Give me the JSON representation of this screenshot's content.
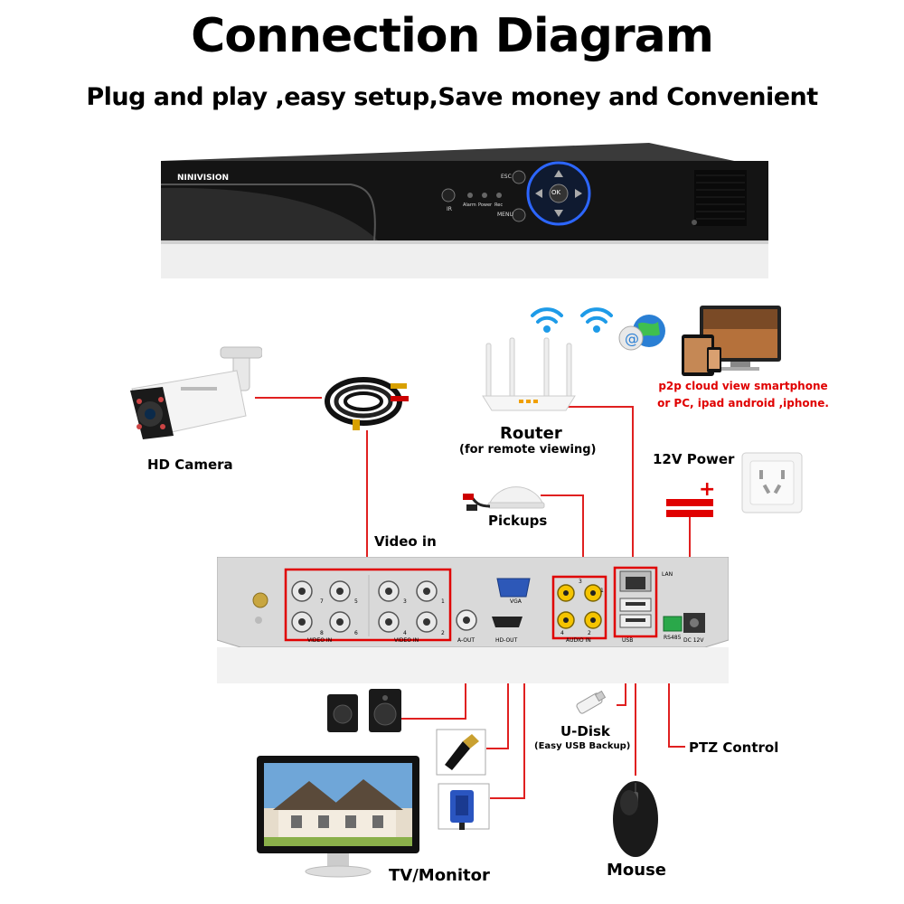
{
  "header": {
    "title": "Connection Diagram",
    "subtitle": "Plug and play ,easy setup,Save money and Convenient"
  },
  "dvr_front": {
    "brand": "NINIVISION",
    "buttons": {
      "esc": "ESC",
      "ok": "OK",
      "menu": "MENU"
    },
    "leds": [
      "Alarm",
      "Power",
      "Rec"
    ],
    "ir": "IR"
  },
  "dvr_back": {
    "video_in_left": "VIDEO IN",
    "video_in_right": "VIDEO IN",
    "channel_numbers_left": [
      "7",
      "5",
      "8",
      "6"
    ],
    "channel_numbers_right": [
      "3",
      "1",
      "4",
      "2"
    ],
    "a_out": "A-OUT",
    "vga": "VGA",
    "hd_out": "HD-OUT",
    "audio_in": "AUDIO IN",
    "audio_numbers": [
      "3",
      "1",
      "4",
      "2"
    ],
    "lan": "LAN",
    "usb_label": "USB",
    "rs485": "RS485",
    "dc12v": "DC 12V"
  },
  "labels": {
    "hd_camera": "HD Camera",
    "video_in": "Video in",
    "router": "Router",
    "router_sub": "(for remote viewing)",
    "pickups": "Pickups",
    "power_12v": "12V Power",
    "p2p_line1": "p2p cloud  view smartphone",
    "p2p_line2": "or PC, ipad android ,iphone.",
    "u_disk": "U-Disk",
    "u_disk_sub": "(Easy USB Backup)",
    "ptz_control": "PTZ Control",
    "tv_monitor": "TV/Monitor",
    "mouse": "Mouse"
  },
  "colors": {
    "connector_line": "#e02020",
    "dvr_body": "#1a1a1a",
    "back_panel": "#d8d8d8",
    "highlight_box": "#e00000",
    "p2p_text": "#e00000"
  }
}
